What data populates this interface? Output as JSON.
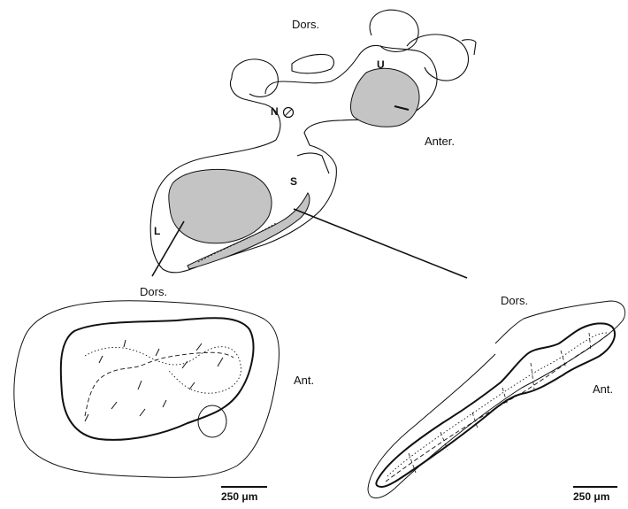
{
  "labels": {
    "top_dorsal": "Dors.",
    "top_anterior": "Anter.",
    "utricle": "U",
    "nerve": "N",
    "lagena": "L",
    "saccule": "S",
    "left_dorsal": "Dors.",
    "left_anterior": "Ant.",
    "right_dorsal": "Dors.",
    "right_anterior": "Ant."
  },
  "scale_bars": {
    "left": "250 μm",
    "right": "250 μm"
  },
  "colors": {
    "ink": "#111111",
    "macula_fill": "#c4c4c4",
    "background": "#ffffff"
  }
}
